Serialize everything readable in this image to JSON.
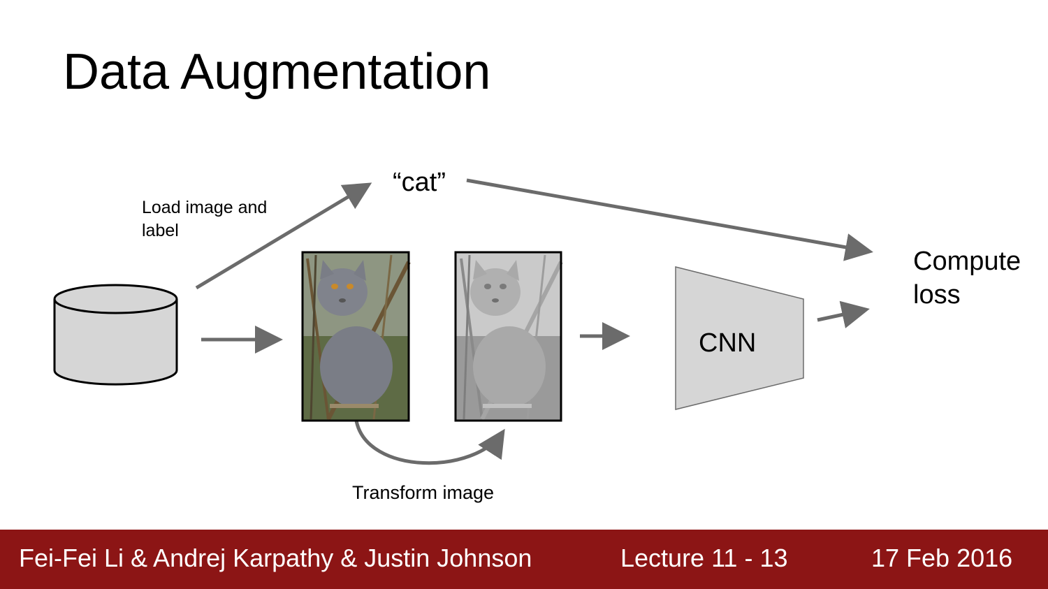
{
  "slide": {
    "title": "Data Augmentation",
    "load_label": "Load image and label",
    "label_text": "“cat”",
    "loss_label": "Compute loss",
    "cnn_label": "CNN",
    "transform_label": "Transform image"
  },
  "footer": {
    "authors": "Fei-Fei Li & Andrej Karpathy & Justin Johnson",
    "lecture": "Lecture 11 - 13",
    "date": "17 Feb 2016"
  },
  "colors": {
    "arrow": "#6b6b6b",
    "footer_bg": "#8c1515",
    "shape_fill": "#d6d6d6"
  }
}
